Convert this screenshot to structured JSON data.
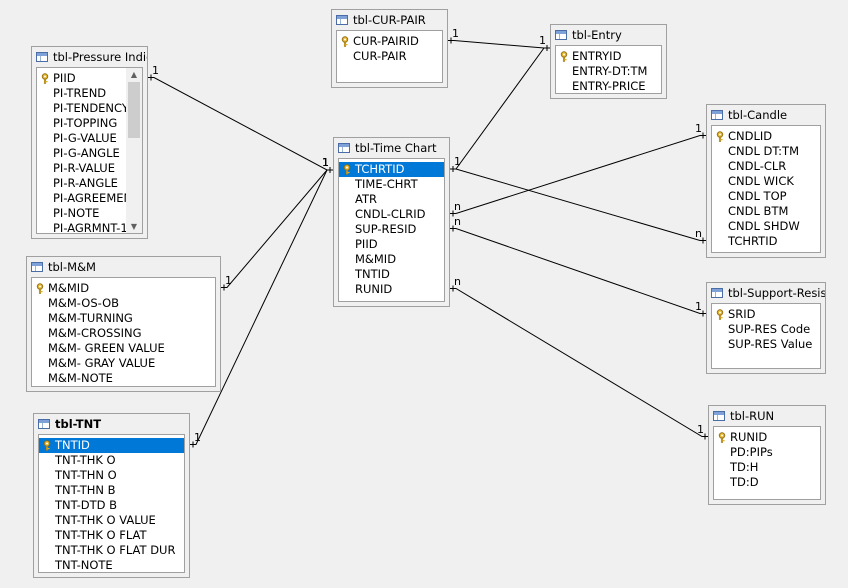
{
  "tables": {
    "cur_pair": {
      "title": "tbl-CUR-PAIR",
      "fields": [
        "CUR-PAIRID",
        "CUR-PAIR"
      ]
    },
    "entry": {
      "title": "tbl-Entry",
      "fields": [
        "ENTRYID",
        "ENTRY-DT:TM",
        "ENTRY-PRICE"
      ]
    },
    "pressure": {
      "title": "tbl-Pressure Indic",
      "fields": [
        "PIID",
        "PI-TREND",
        "PI-TENDENCY",
        "PI-TOPPING",
        "PI-G-VALUE",
        "PI-G-ANGLE",
        "PI-R-VALUE",
        "PI-R-ANGLE",
        "PI-AGREEMEN",
        "PI-NOTE",
        "PI-AGRMNT-1"
      ]
    },
    "time_chart": {
      "title": "tbl-Time Chart",
      "fields": [
        "TCHRTID",
        "TIME-CHRT",
        "ATR",
        "CNDL-CLRID",
        "SUP-RESID",
        "PIID",
        "M&MID",
        "TNTID",
        "RUNID"
      ]
    },
    "candle": {
      "title": "tbl-Candle",
      "fields": [
        "CNDLID",
        "CNDL DT:TM",
        "CNDL-CLR",
        "CNDL WICK",
        "CNDL TOP",
        "CNDL BTM",
        "CNDL SHDW",
        "TCHRTID"
      ]
    },
    "mm": {
      "title": "tbl-M&M",
      "fields": [
        "M&MID",
        "M&M-OS-OB",
        "M&M-TURNING",
        "M&M-CROSSING",
        "M&M- GREEN VALUE",
        "M&M- GRAY VALUE",
        "M&M-NOTE"
      ]
    },
    "support": {
      "title": "tbl-Support-Resis",
      "fields": [
        "SRID",
        "SUP-RES Code",
        "SUP-RES Value"
      ]
    },
    "run": {
      "title": "tbl-RUN",
      "fields": [
        "RUNID",
        "PD:PIPs",
        "TD:H",
        "TD:D"
      ]
    },
    "tnt": {
      "title": "tbl-TNT",
      "fields": [
        "TNTID",
        "TNT-THK O",
        "TNT-THN O",
        "TNT-THN B",
        "TNT-DTD B",
        "TNT-THK O VALUE",
        "TNT-THK O FLAT",
        "TNT-THK O FLAT DUR",
        "TNT-NOTE"
      ]
    }
  },
  "relations": [
    {
      "from": "pressure.PIID",
      "to": "time_chart.PIID",
      "from_card": "1",
      "to_card": "1"
    },
    {
      "from": "mm.M&MID",
      "to": "time_chart.M&MID",
      "from_card": "1",
      "to_card": "1"
    },
    {
      "from": "tnt.TNTID",
      "to": "time_chart.TNTID",
      "from_card": "1",
      "to_card": "1"
    },
    {
      "from": "cur_pair.CUR-PAIRID",
      "to": "entry.ENTRYID",
      "from_card": "1",
      "to_card": "1"
    },
    {
      "from": "time_chart.TCHRTID",
      "to": "entry.ENTRYID",
      "from_card": "1",
      "to_card": ""
    },
    {
      "from": "time_chart.TCHRTID",
      "to": "candle.TCHRTID",
      "from_card": "",
      "to_card": "n"
    },
    {
      "from": "time_chart.CNDL-CLRID",
      "to": "candle.CNDLID",
      "from_card": "n",
      "to_card": "1"
    },
    {
      "from": "time_chart.SUP-RESID",
      "to": "support.SRID",
      "from_card": "n",
      "to_card": "1"
    },
    {
      "from": "time_chart.RUNID",
      "to": "run.RUNID",
      "from_card": "n",
      "to_card": "1"
    }
  ],
  "colors": {
    "selection": "#0078d7",
    "line": "#000000",
    "key_icon": "#d4a017"
  }
}
